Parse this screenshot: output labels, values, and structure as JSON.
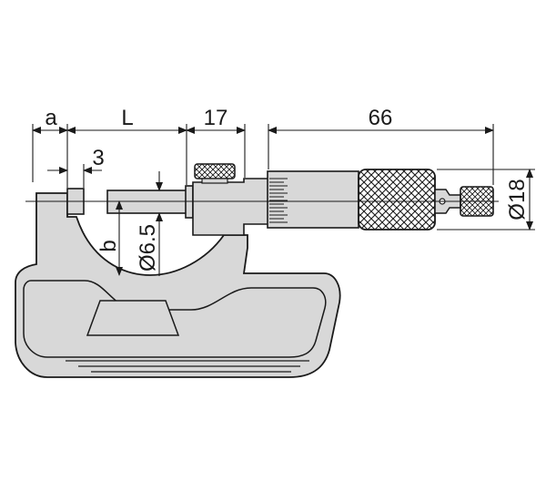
{
  "drawing": {
    "labels": {
      "a": "a",
      "L": "L",
      "dim_17": "17",
      "dim_66": "66",
      "dim_3": "3",
      "b": "b",
      "dia_6_5": "Ø6.5",
      "dia_18": "Ø18"
    },
    "colors": {
      "body_fill": "#d8d8d8",
      "line": "#1a1a1a",
      "background": "#ffffff"
    }
  }
}
